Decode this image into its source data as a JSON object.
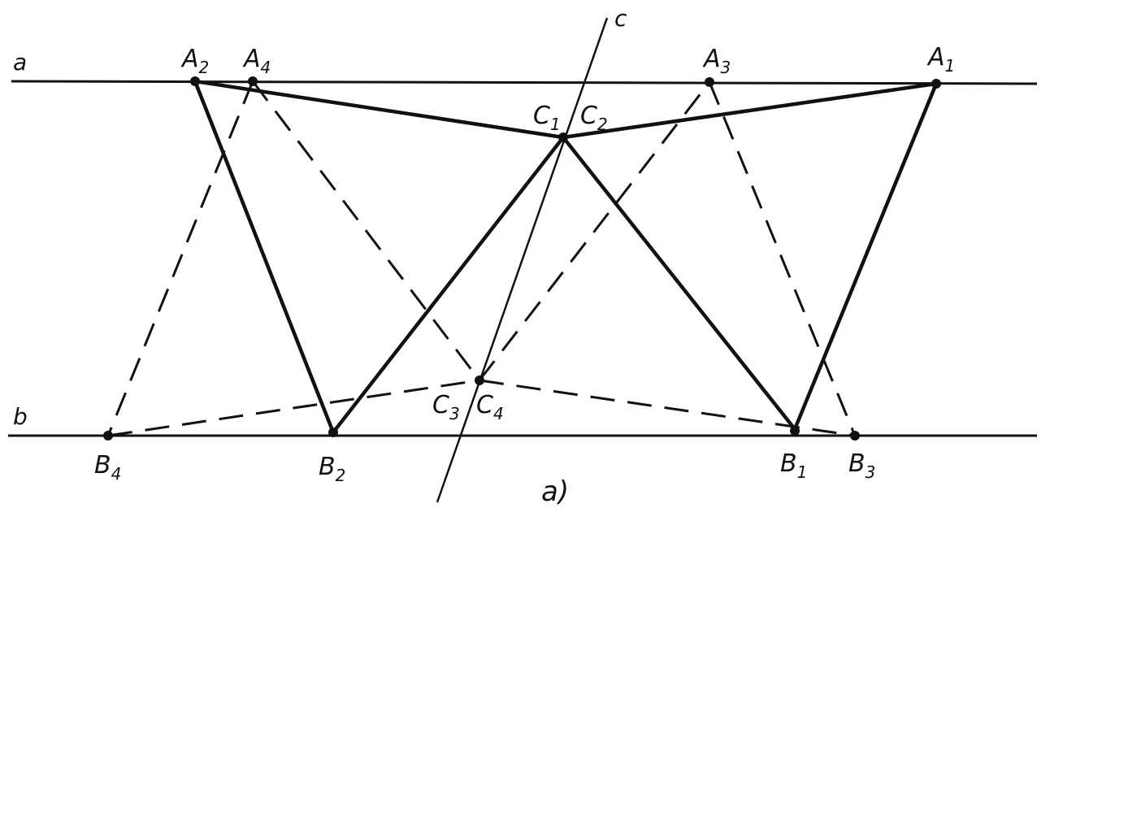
{
  "figure": {
    "caption": "a)",
    "ink_color": "#111111",
    "background": "#ffffff"
  },
  "lines": {
    "a": {
      "label": "a"
    },
    "b": {
      "label": "b"
    },
    "c": {
      "label": "c"
    }
  },
  "points": {
    "A1": {
      "base": "A",
      "sub": "1"
    },
    "A2": {
      "base": "A",
      "sub": "2"
    },
    "A3": {
      "base": "A",
      "sub": "3"
    },
    "A4": {
      "base": "A",
      "sub": "4"
    },
    "B1": {
      "base": "B",
      "sub": "1"
    },
    "B2": {
      "base": "B",
      "sub": "2"
    },
    "B3": {
      "base": "B",
      "sub": "3"
    },
    "B4": {
      "base": "B",
      "sub": "4"
    },
    "C1": {
      "base": "C",
      "sub": "1"
    },
    "C2": {
      "base": "C",
      "sub": "2"
    },
    "C3": {
      "base": "C",
      "sub": "3"
    },
    "C4": {
      "base": "C",
      "sub": "4"
    }
  }
}
